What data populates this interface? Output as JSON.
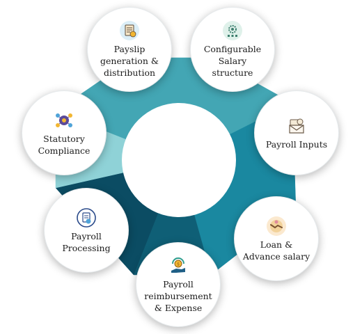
{
  "diagram": {
    "colors": {
      "segment_light": "#8fd2d7",
      "segment_mid": "#43a6b4",
      "segment_teal": "#1a88a0",
      "segment_dark": "#0f5f76",
      "segment_darkest": "#0b4c63",
      "center": "#ffffff"
    },
    "items": [
      {
        "label": "Payslip generation & distribution",
        "icon": "payslip-document-icon"
      },
      {
        "label": "Configurable Salary structure",
        "icon": "gear-structure-icon"
      },
      {
        "label": "Payroll Inputs",
        "icon": "envelope-money-icon"
      },
      {
        "label": "Loan & Advance salary",
        "icon": "handshake-icon"
      },
      {
        "label": "Payroll reimbursement & Expense",
        "icon": "hand-coin-icon"
      },
      {
        "label": "Payroll Processing",
        "icon": "payroll-file-icon"
      },
      {
        "label": "Statutory Compliance",
        "icon": "compliance-gear-icon"
      }
    ]
  }
}
